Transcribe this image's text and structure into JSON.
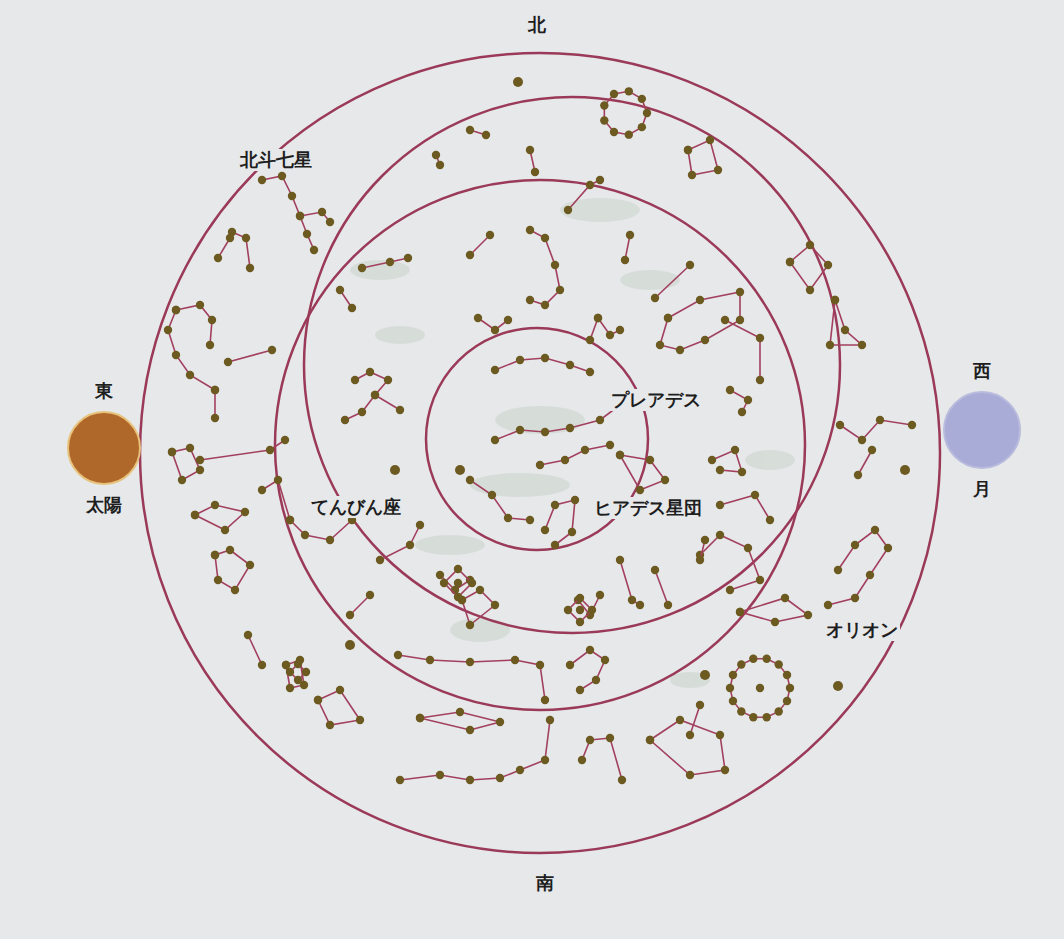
{
  "diagram": {
    "nodes": [
      {
        "text": [
          "東",
          "太陽"
        ]
      },
      {
        "text": [
          "西",
          "月"
        ]
      }
    ],
    "labels": [
      "北",
      "北斗七星",
      "プレアデス",
      "てんびん座",
      "ヒアデス星団",
      "オリオン",
      "南"
    ]
  }
}
